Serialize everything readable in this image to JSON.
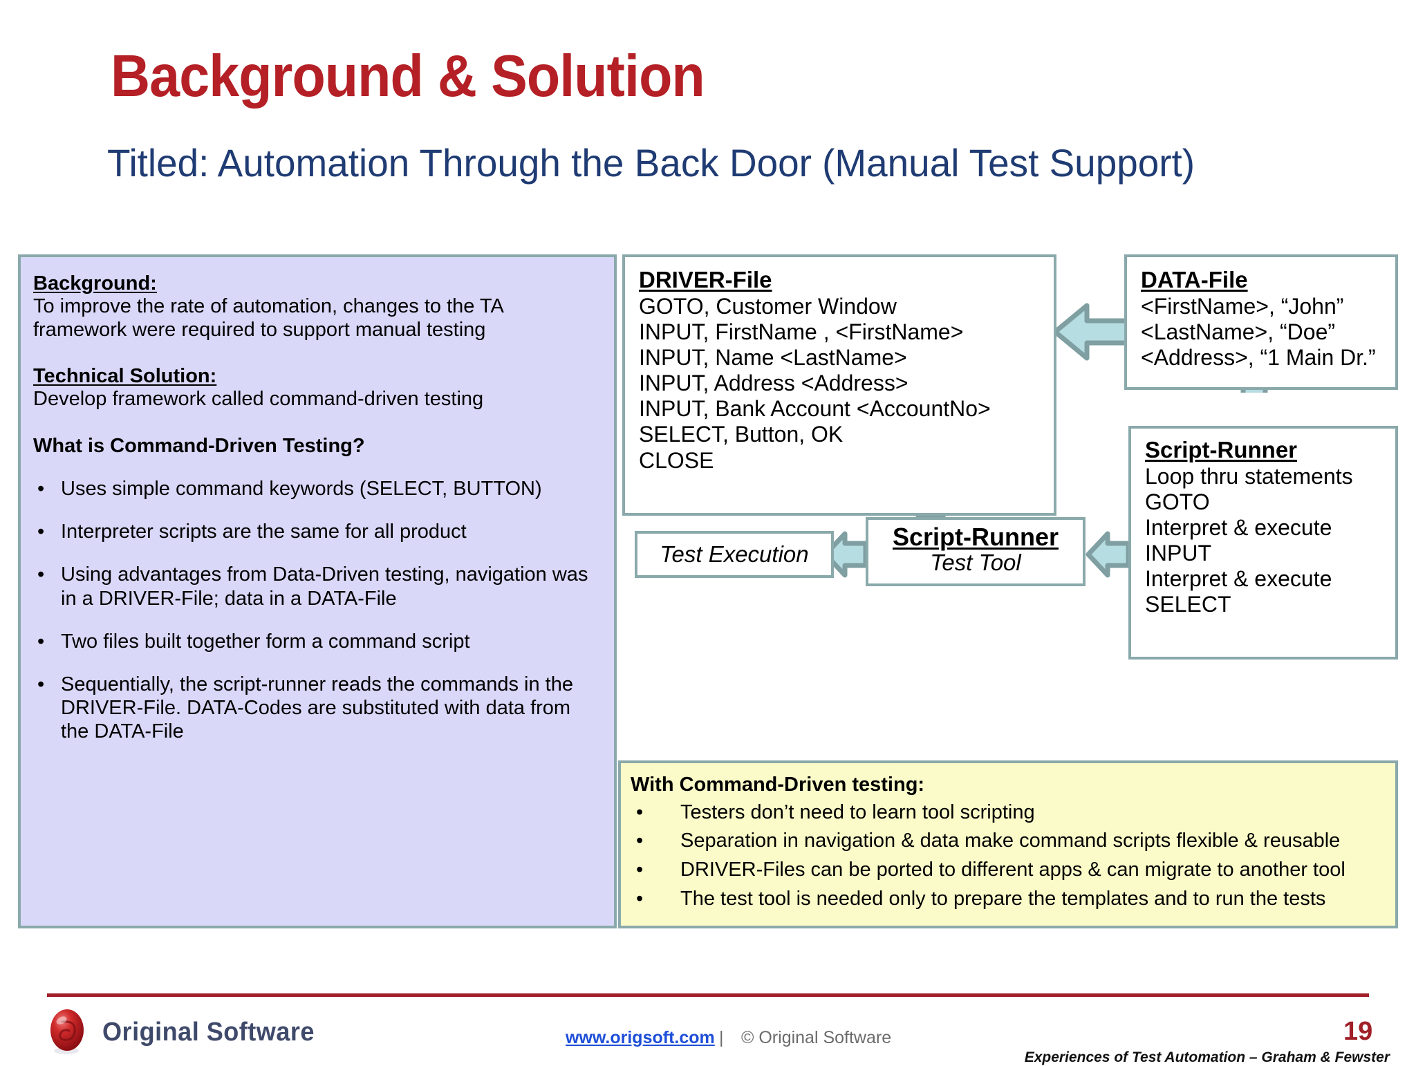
{
  "slide": {
    "title": "Background & Solution",
    "subtitle": "Titled: Automation Through the Back Door (Manual Test Support)",
    "title_color": "#b42025",
    "subtitle_color": "#1f3b73"
  },
  "left_panel": {
    "background_color": "#d9d8f8",
    "border_color": "#8aa9ab",
    "background_heading": "Background:",
    "background_text": "To improve the rate of automation, changes to the TA framework were required to support manual testing",
    "solution_heading": "Technical Solution:",
    "solution_text": "Develop framework called command-driven testing",
    "question_heading": "What is Command-Driven Testing?",
    "bullet_char": "•",
    "bullets": [
      "Uses simple command keywords (SELECT, BUTTON)",
      "Interpreter scripts are the same for all product",
      "Using advantages from Data-Driven testing, navigation was in a DRIVER-File; data in a DATA-File",
      "Two files built together form a command script",
      "Sequentially, the script-runner reads the commands in the DRIVER-File. DATA-Codes are substituted with data from the DATA-File"
    ]
  },
  "diagram": {
    "driver_file": {
      "title": "DRIVER-File",
      "lines": [
        "GOTO, Customer Window",
        "INPUT, FirstName , <FirstName>",
        "INPUT, Name <LastName>",
        "INPUT, Address <Address>",
        "INPUT, Bank Account <AccountNo>",
        "SELECT, Button, OK",
        "CLOSE"
      ]
    },
    "data_file": {
      "title": "DATA-File",
      "lines": [
        "<FirstName>, “John”",
        "<LastName>, “Doe”",
        "<Address>, “1 Main Dr.”"
      ]
    },
    "script_runner_detail": {
      "title": "Script-Runner",
      "lines": [
        "Loop thru statements",
        "GOTO",
        "Interpret & execute",
        "INPUT",
        "Interpret & execute",
        "SELECT"
      ]
    },
    "script_runner_center": {
      "title": "Script-Runner",
      "subtitle": "Test Tool"
    },
    "test_execution": {
      "label": "Test Execution"
    },
    "arrow_fill": "#b6dde2",
    "arrow_stroke": "#7f9fa2"
  },
  "benefits_panel": {
    "background_color": "#fbfbc9",
    "heading": "With Command-Driven testing:",
    "bullet_char": "•",
    "bullets": [
      "Testers don’t need to learn tool scripting",
      "Separation in navigation & data make command scripts flexible & reusable",
      "DRIVER-Files can be ported to different apps & can migrate to another tool",
      "The test tool is needed only to prepare the templates and to run the tests"
    ]
  },
  "footer": {
    "logo_text": "Original Software",
    "link": "www.origsoft.com",
    "separator": "|",
    "copyright": "© Original Software",
    "page_number": "19",
    "book_credit": "Experiences of Test Automation – Graham & Fewster",
    "rule_color": "#a01f28"
  }
}
